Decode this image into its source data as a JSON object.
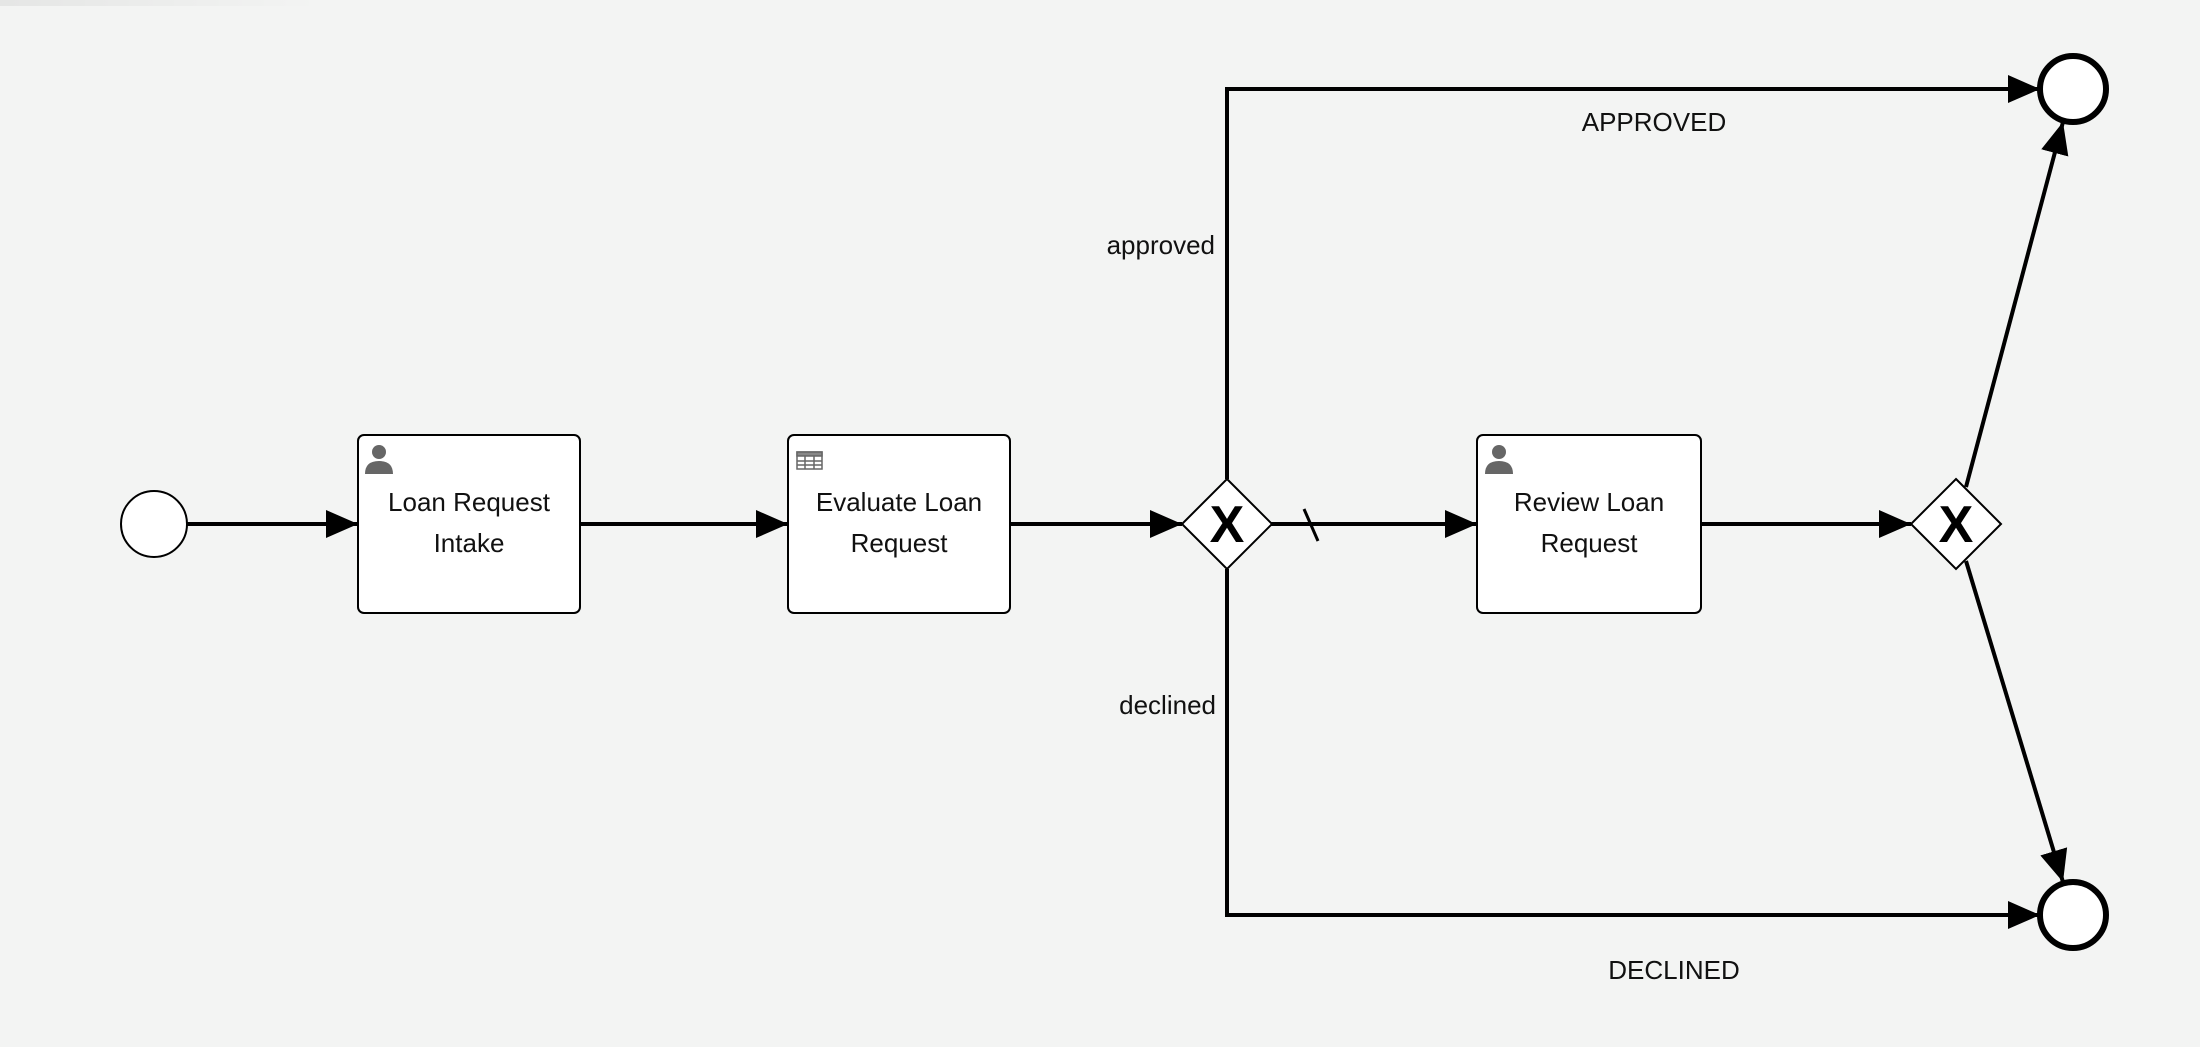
{
  "diagram": {
    "tasks": [
      {
        "id": "intake",
        "line1": "Loan Request",
        "line2": "Intake",
        "icon": "user-icon"
      },
      {
        "id": "evaluate",
        "line1": "Evaluate Loan",
        "line2": "Request",
        "icon": "table-icon"
      },
      {
        "id": "review",
        "line1": "Review Loan",
        "line2": "Request",
        "icon": "user-icon"
      }
    ],
    "gateways": [
      {
        "id": "decision-gateway",
        "marker": "X"
      },
      {
        "id": "review-gateway",
        "marker": "X"
      }
    ],
    "flow_labels": {
      "approved": "approved",
      "declined": "declined"
    },
    "end_events": {
      "approved": "APPROVED",
      "declined": "DECLINED"
    },
    "colors": {
      "background": "#f3f4f3",
      "stroke": "#000000",
      "icon": "#555555"
    }
  }
}
